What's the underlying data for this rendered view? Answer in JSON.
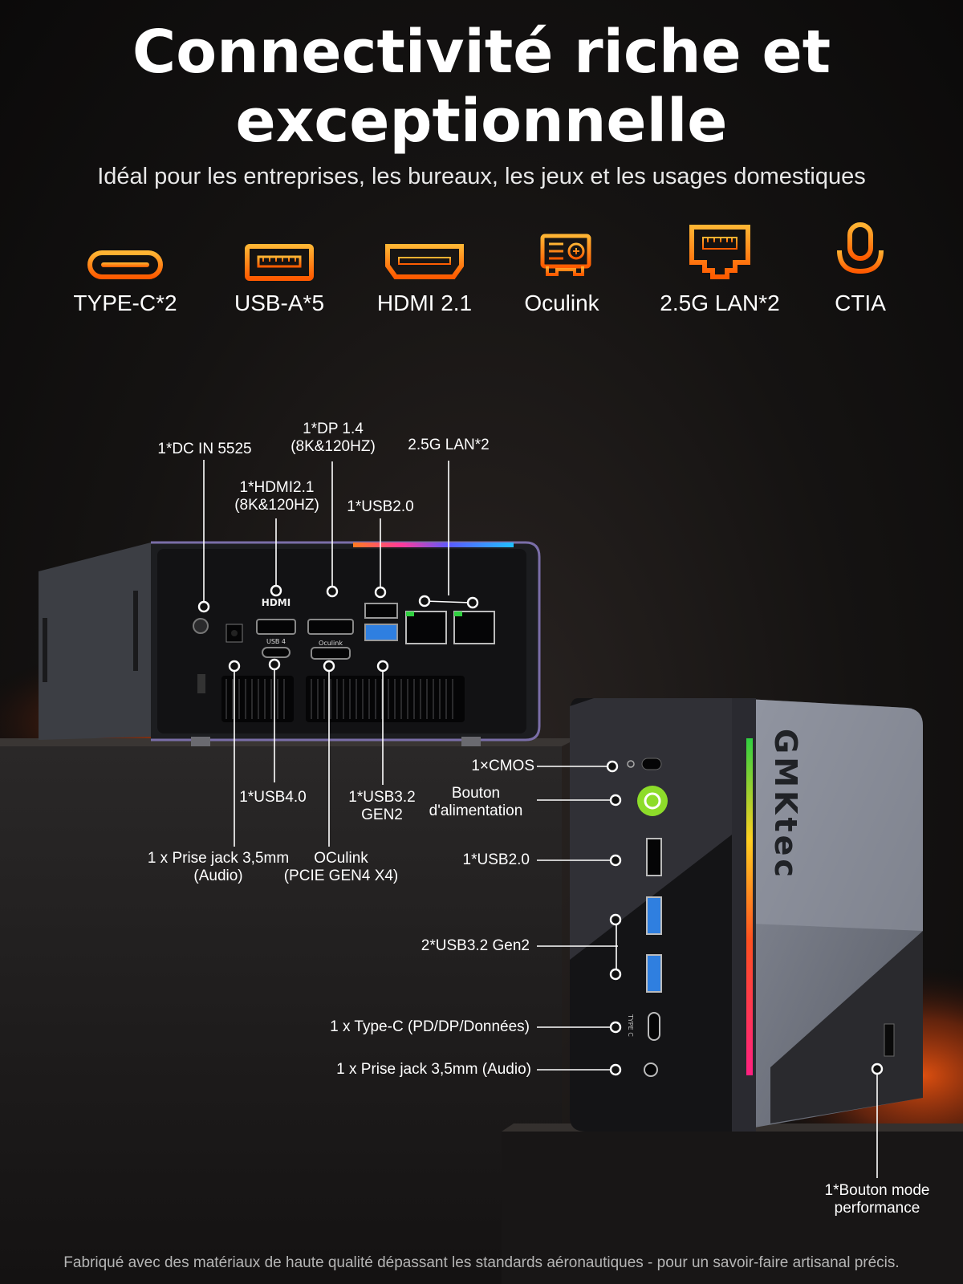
{
  "header": {
    "title_line1": "Connectivité riche et",
    "title_line2": "exceptionnelle",
    "subtitle": "Idéal pour les entreprises, les bureaux, les jeux et les usages domestiques"
  },
  "features": [
    {
      "icon": "type-c-icon",
      "label": "TYPE-C*2"
    },
    {
      "icon": "usb-a-icon",
      "label": "USB-A*5"
    },
    {
      "icon": "hdmi-icon",
      "label": "HDMI 2.1"
    },
    {
      "icon": "oculink-icon",
      "label": "Oculink"
    },
    {
      "icon": "lan-icon",
      "label": "2.5G LAN*2"
    },
    {
      "icon": "microphone-icon",
      "label": "CTIA"
    }
  ],
  "rear_ports": {
    "dc_in": "1*DC IN 5525",
    "hdmi": [
      "1*HDMI2.1",
      "(8K&120HZ)"
    ],
    "dp": [
      "1*DP 1.4",
      "(8K&120HZ)"
    ],
    "usb2": "1*USB2.0",
    "lan": "2.5G LAN*2",
    "usb4": "1*USB4.0",
    "usb32": [
      "1*USB3.2",
      "GEN2"
    ],
    "jack": [
      "1 x Prise jack 3,5mm",
      "(Audio)"
    ],
    "oculink": [
      "OCulink",
      "(PCIE GEN4 X4)"
    ],
    "port_marks": {
      "hdmi": "HDMI",
      "usb4": "USB 4",
      "oculink": "Oculink"
    }
  },
  "front_ports": {
    "cmos": "1×CMOS",
    "power": [
      "Bouton",
      "d'alimentation"
    ],
    "usb2": "1*USB2.0",
    "usb32": "2*USB3.2 Gen2",
    "typec": "1 x Type-C (PD/DP/Données)",
    "jack": "1 x Prise jack 3,5mm (Audio)",
    "perf": [
      "1*Bouton mode",
      "performance"
    ],
    "brand": "GMKtec",
    "typec_mark": "TYPE C"
  },
  "footer": "Fabriqué avec des matériaux de haute qualité dépassant les standards aéronautiques - pour un savoir-faire artisanal précis.",
  "colors": {
    "accent": "#ff9a1f",
    "accent_dark": "#ff5a00",
    "power_green": "#8ddc2a",
    "usb3_blue": "#2f7fe0"
  }
}
